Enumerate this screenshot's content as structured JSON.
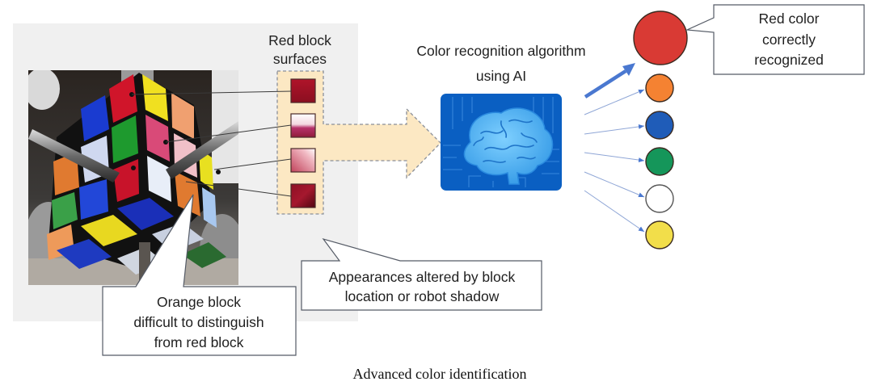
{
  "figure": {
    "caption": "Advanced color identification",
    "panel_title_line1": "Red block",
    "panel_title_line2": "surfaces",
    "algorithm_label_line1": "Color recognition algorithm",
    "algorithm_label_line2": "using AI",
    "callouts": {
      "orange_block": {
        "line1": "Orange block",
        "line2": "difficult to distinguish",
        "line3": "from red block"
      },
      "appearances": {
        "line1": "Appearances altered by block",
        "line2": "location or robot shadow"
      },
      "red_recognized": {
        "line1": "Red color",
        "line2": "correctly",
        "line3": "recognized"
      }
    },
    "red_swatches": [
      {
        "name": "swatch-bright-red",
        "top": "#b0142a",
        "bottom": "#8a0f20"
      },
      {
        "name": "swatch-glare",
        "top": "#ffffff",
        "bottom": "#a8284e"
      },
      {
        "name": "swatch-pink",
        "top": "#f2b3bf",
        "bottom": "#c44860"
      },
      {
        "name": "swatch-dark-red",
        "top": "#8e1024",
        "bottom": "#5a0814"
      }
    ],
    "output_colors": [
      {
        "name": "red",
        "fill": "#d93a34",
        "recognized": true
      },
      {
        "name": "orange",
        "fill": "#f58232",
        "recognized": false
      },
      {
        "name": "blue",
        "fill": "#1f5cb8",
        "recognized": false
      },
      {
        "name": "green",
        "fill": "#15965a",
        "recognized": false
      },
      {
        "name": "white",
        "fill": "#ffffff",
        "recognized": false
      },
      {
        "name": "yellow",
        "fill": "#f2de4a",
        "recognized": false
      }
    ],
    "colors": {
      "panel_bg": "#f0f0f0",
      "arrow_fill": "#fce8c3",
      "dash_stroke": "#8a8f99",
      "ai_box": "#0a5fc2",
      "brain": "#4ab0f0",
      "arrow_blue": "#4a78d0"
    }
  }
}
